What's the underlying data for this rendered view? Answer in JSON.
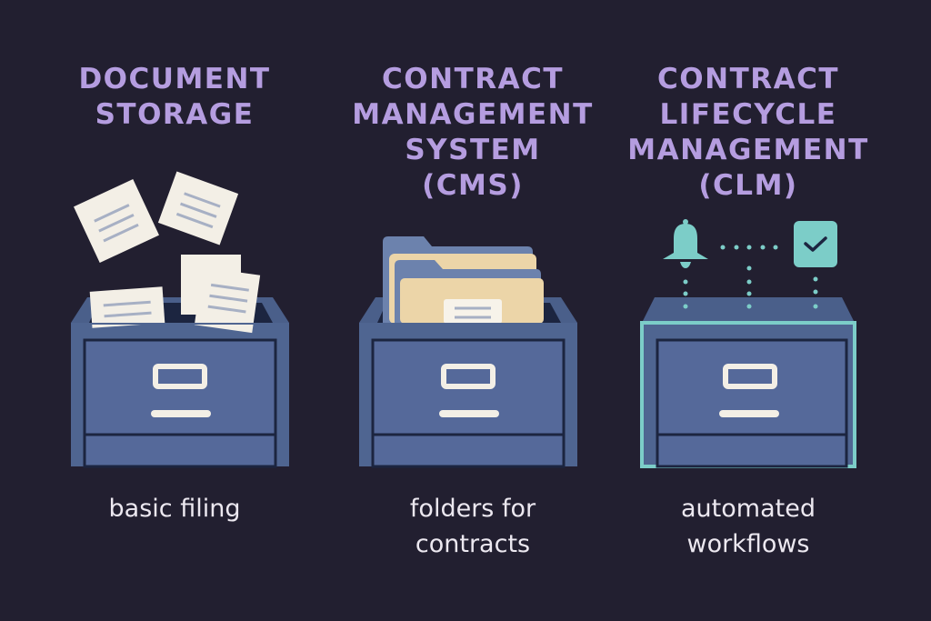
{
  "columns": [
    {
      "title_lines": [
        "DOCUMENT",
        "STORAGE"
      ],
      "caption_lines": [
        "basic filing"
      ]
    },
    {
      "title_lines": [
        "CONTRACT",
        "MANAGEMENT",
        "SYSTEM",
        "(CMS)"
      ],
      "caption_lines": [
        "folders for",
        "contracts"
      ]
    },
    {
      "title_lines": [
        "CONTRACT",
        "LIFECYCLE",
        "MANAGEMENT",
        "(CLM)"
      ],
      "caption_lines": [
        "automated",
        "workflows"
      ]
    }
  ],
  "icons": [
    "papers-icon",
    "folders-icon",
    "bell-icon",
    "checkbox-icon",
    "filing-cabinet-icon"
  ],
  "colors": {
    "background": "#221f30",
    "title": "#b59de0",
    "cabinet": "#4f6591",
    "paper": "#f3efe6",
    "folder": "#ecd5a8",
    "accent": "#7ccdc8"
  }
}
